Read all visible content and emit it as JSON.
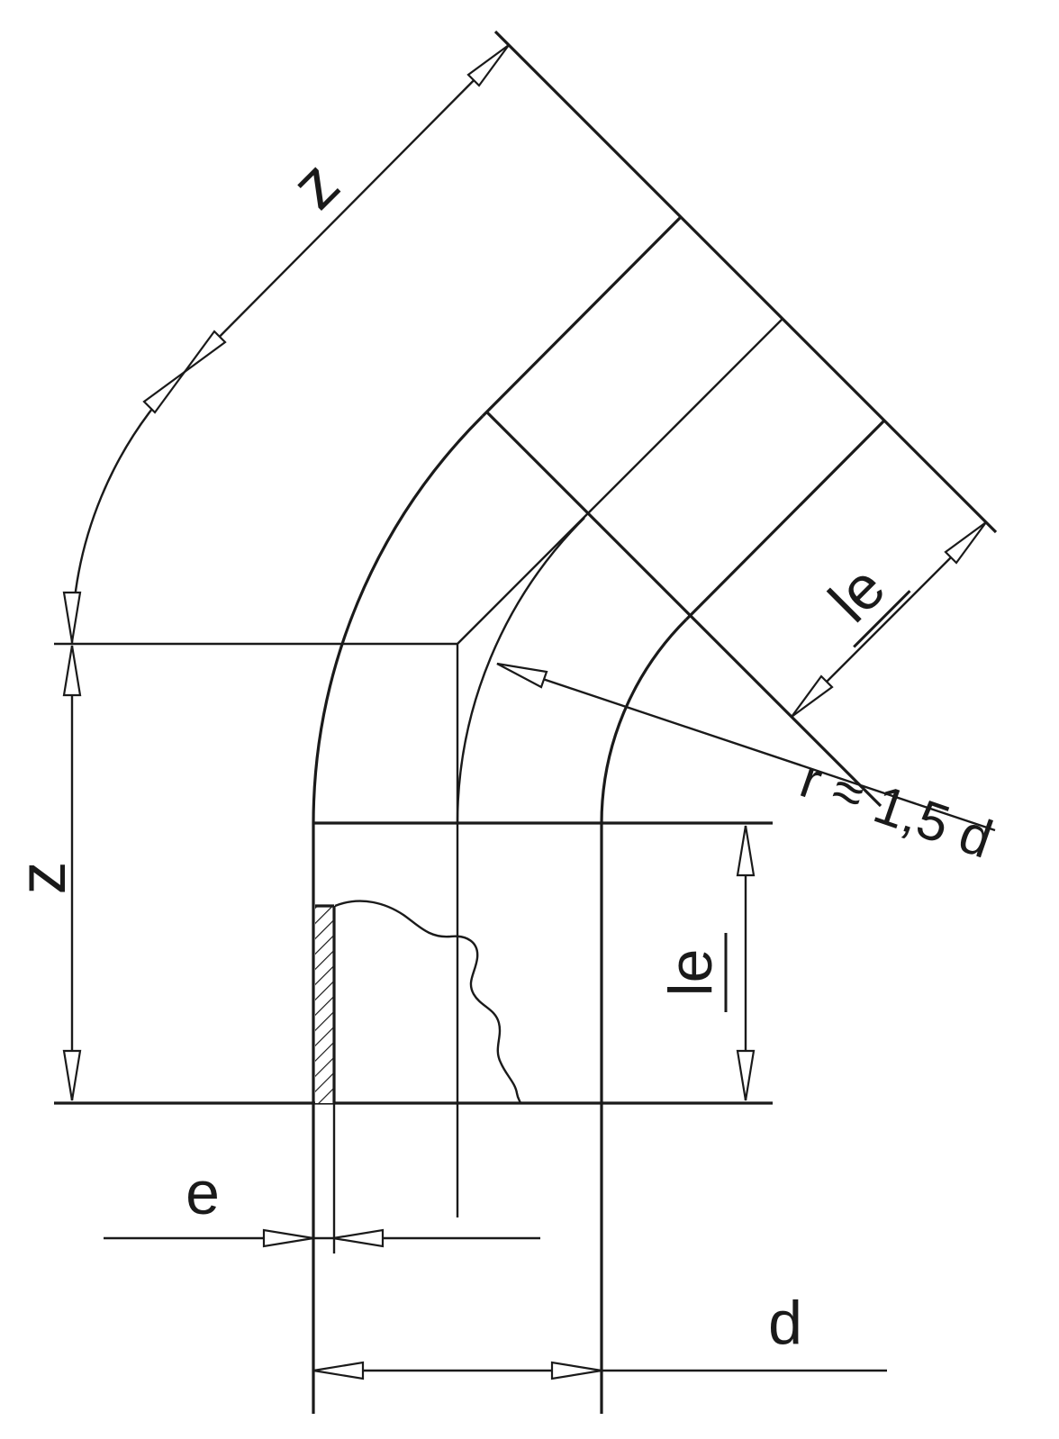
{
  "diagram": {
    "name": "45-degree elbow fitting dimensional drawing",
    "labels": {
      "z_diagonal": "z",
      "z_vertical": "z",
      "le_diagonal": "le",
      "le_vertical": "le",
      "wall_thickness": "e",
      "outer_diameter": "d",
      "bend_radius_note": "r ≈ 1,5 d"
    },
    "colors": {
      "line": "#1a1a1a",
      "background": "#ffffff"
    }
  }
}
